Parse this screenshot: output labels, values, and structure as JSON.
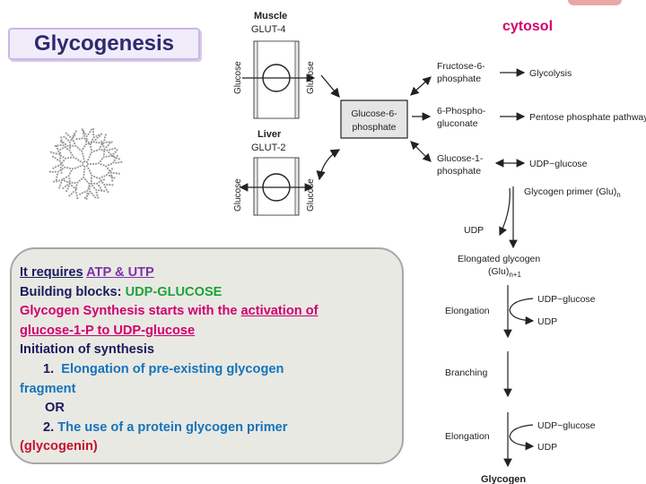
{
  "title": "Glycogenesis",
  "cytosol": "cytosol",
  "diagram": {
    "muscle": "Muscle",
    "glut4": "GLUT-4",
    "liver": "Liver",
    "glut2": "GLUT-2",
    "glucose": "Glucose",
    "g6p_line1": "Glucose-6-",
    "g6p_line2": "phosphate",
    "f6p_line1": "Fructose-6-",
    "f6p_line2": "phosphate",
    "glycolysis": "Glycolysis",
    "pg_line1": "6-Phospho-",
    "pg_line2": "gluconate",
    "pentose": "Pentose phosphate pathway",
    "g1p_line1": "Glucose-1-",
    "g1p_line2": "phosphate",
    "udp_glucose": "UDP~glucose",
    "primer": "Glycogen primer (Glu)",
    "primer_sub": "n",
    "udp": "UDP",
    "elongated_line1": "Elongated glycogen",
    "elongated_line2": "(Glu)",
    "elongated_sub": "n+1",
    "elongation": "Elongation",
    "branching": "Branching",
    "glycogen": "Glycogen"
  },
  "notes": {
    "requires_label": "It requires",
    "requires_value": "ATP & UTP",
    "building_label": "Building blocks:",
    "building_value": "UDP-GLUCOSE",
    "synthesis_text": "Glycogen Synthesis starts with the",
    "activation_part1": "activation of",
    "activation_part2": "glucose-1-P to UDP-glucose",
    "initiation": "Initiation of synthesis",
    "item1_num": "1.",
    "item1_text_a": "Elongation of pre-existing glycogen",
    "item1_text_b": "fragment",
    "or": "OR",
    "item2_num": "2.",
    "item2_text": "The use of a protein glycogen primer",
    "glycogenin": "(glycogenin)"
  }
}
